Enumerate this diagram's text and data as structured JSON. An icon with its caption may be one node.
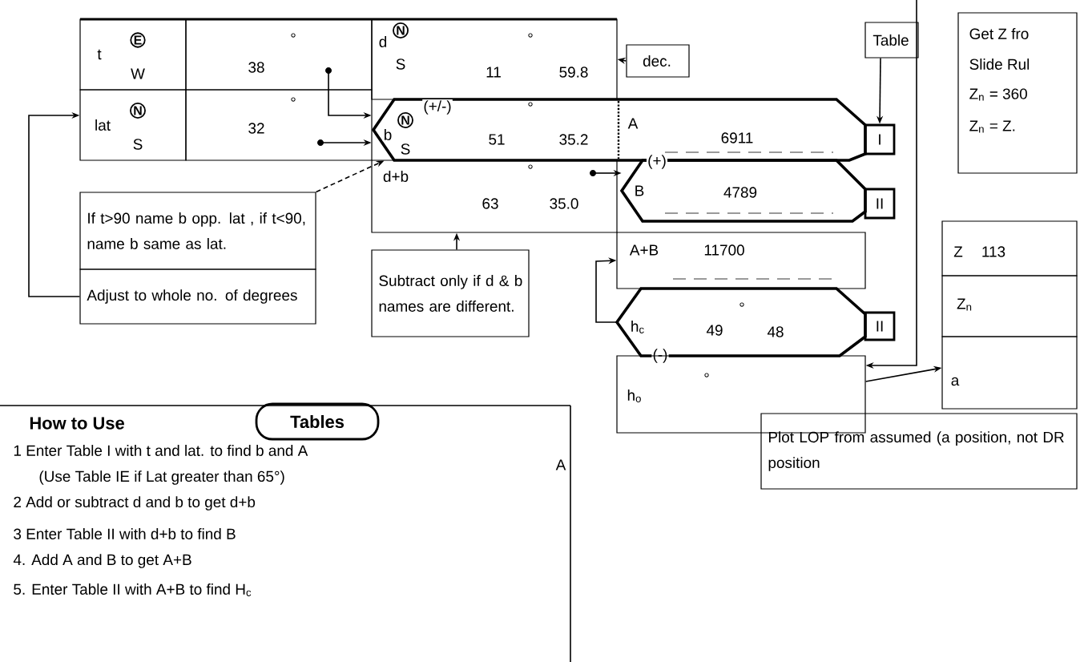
{
  "diagram": {
    "nodes": [
      {
        "text": [
          "t",
          "E",
          "W"
        ]
      },
      {
        "text": [
          "38",
          "°"
        ]
      },
      {
        "text": [
          "lat",
          "N",
          "S"
        ]
      },
      {
        "text": [
          "32",
          "°"
        ]
      },
      {
        "text": [
          "d",
          "N",
          "S",
          "11",
          "°",
          "59.8"
        ]
      },
      {
        "text": [
          "dec."
        ]
      },
      {
        "text": [
          "Table"
        ]
      },
      {
        "text": [
          "b",
          "N",
          "S",
          "(+/-)",
          "51",
          "°",
          "35.2",
          "A",
          "6911"
        ]
      },
      {
        "text": [
          "I"
        ]
      },
      {
        "text": [
          "d+b",
          "°",
          "63",
          "35.0"
        ]
      },
      {
        "text": [
          "(+)",
          "B",
          "4789"
        ]
      },
      {
        "text": [
          "II"
        ]
      },
      {
        "text": [
          "A+B",
          "11700"
        ]
      },
      {
        "text": [
          "h$_{c}$",
          "49",
          "°",
          "48",
          "(-)"
        ]
      },
      {
        "text": [
          "II"
        ]
      },
      {
        "text": [
          "h$_{o}$",
          "°"
        ]
      },
      {
        "text": [
          "Get Z fro",
          "Slide Rul",
          "Z$_{n}$ = 360",
          "Z$_{n}$ = Z."
        ]
      },
      {
        "text": [
          "Z",
          "113"
        ]
      },
      {
        "text": [
          "Z$_{n}$"
        ]
      },
      {
        "text": [
          "a"
        ]
      },
      {
        "text": [
          "Plot LOP from assumed (a position, not DR position"
        ]
      },
      {
        "text": [
          "If t>90 name b opp. lat , if t<90, name b same as lat."
        ]
      },
      {
        "text": [
          "Adjust to whole no. of degrees"
        ]
      },
      {
        "text": [
          "Subtract only if d & b names are different."
        ]
      },
      {
        "text": [
          "Tables"
        ]
      },
      {
        "text": [],
        "shape": "circle",
        "in": 1
      },
      {
        "text": [],
        "shape": "circle",
        "in": 3
      },
      {
        "text": [],
        "shape": "circle",
        "in": 9
      }
    ],
    "edges": [
      {
        "from": 25,
        "to": 7,
        "arrow": "to"
      },
      {
        "from": 26,
        "to": 7,
        "arrow": "to"
      },
      {
        "from": 5,
        "to": 4,
        "arrow": "to"
      },
      {
        "from": 6,
        "to": 8,
        "arrow": "to"
      },
      {
        "from": 21,
        "to": 7,
        "arrow": "to",
        "style": "dashed"
      },
      {
        "from": 22,
        "to": 2,
        "arrow": "to"
      },
      {
        "from": 23,
        "to": 9,
        "arrow": "to"
      },
      {
        "from": 27,
        "to": 10,
        "arrow": "to"
      },
      {
        "from": 13,
        "to": 12,
        "arrow": "to"
      },
      {
        "from": null,
        "to": 15,
        "arrow": "to"
      },
      {
        "from": 15,
        "to": 19,
        "arrow": "to"
      }
    ],
    "labels": [
      "How to Use",
      "1 Enter Table I with t and lat. to find b and A",
      "(Use Table IE if Lat greater than 65°)",
      "2 Add or subtract d and b to get d+b",
      "3 Enter Table II with d+b to find B",
      "4. Add A and B to get A+B",
      "5. Enter Table II with A+B to find H$_{c}$",
      "A"
    ]
  }
}
